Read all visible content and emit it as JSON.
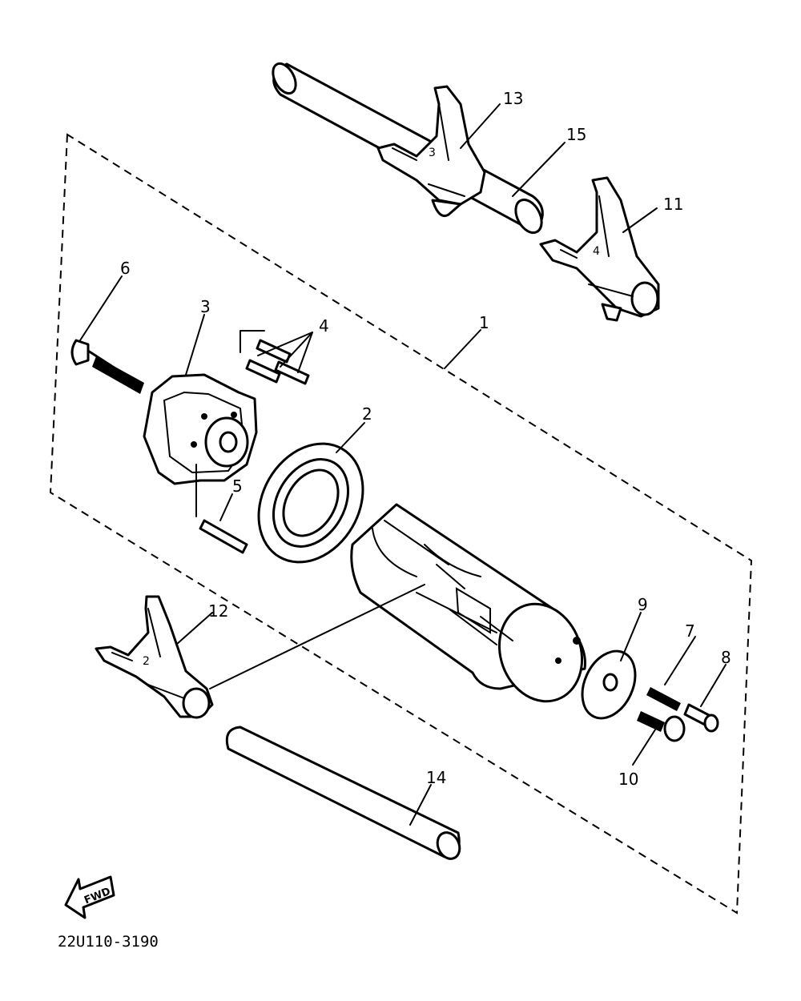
{
  "diagram": {
    "callouts": {
      "c1": "1",
      "c2": "2",
      "c3": "3",
      "c4": "4",
      "c5": "5",
      "c6": "6",
      "c7": "7",
      "c8": "8",
      "c9": "9",
      "c10": "10",
      "c11": "11",
      "c12": "12",
      "c13": "13",
      "c14": "14",
      "c15": "15"
    },
    "direction_label": "FWD",
    "drawing_code": "22U110-3190"
  }
}
